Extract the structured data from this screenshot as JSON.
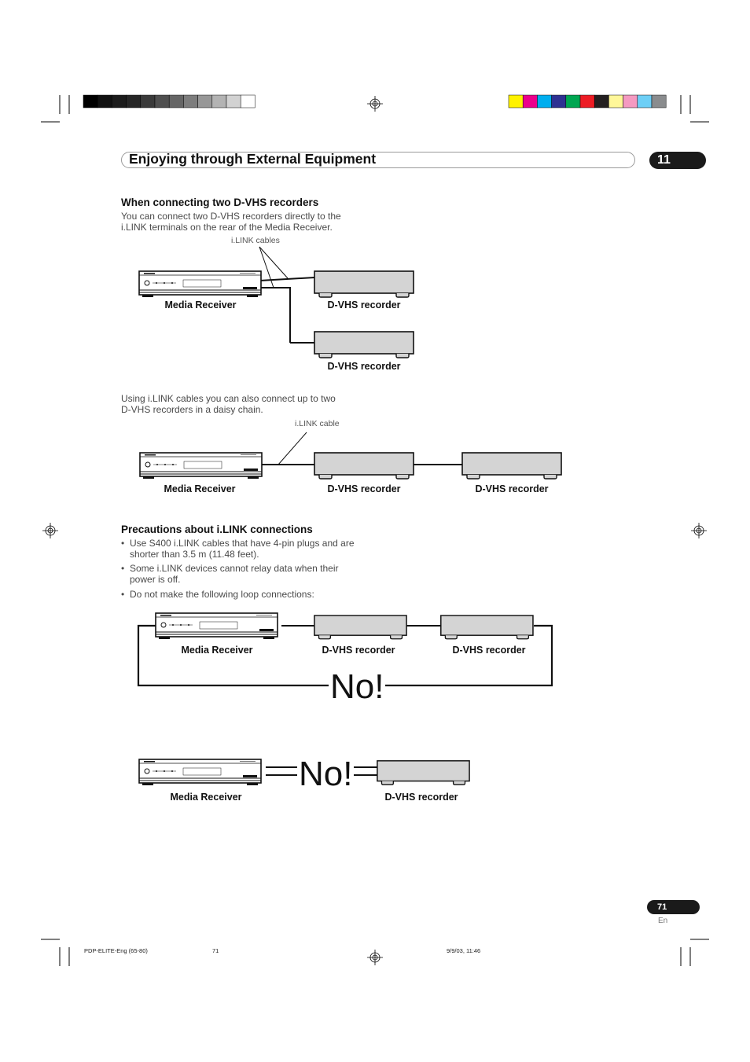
{
  "header": {
    "title": "Enjoying through External Equipment",
    "chapter": "11"
  },
  "section1": {
    "heading": "When connecting two D-VHS recorders",
    "body_line1": "You can connect two D-VHS recorders directly to the",
    "body_line2": "i.LINK terminals on the rear of the Media Receiver.",
    "cable_label": "i.LINK cables",
    "receiver_label": "Media Receiver",
    "recorder1_label": "D-VHS recorder",
    "recorder2_label": "D-VHS recorder"
  },
  "section2": {
    "body_line1": "Using i.LINK cables you can also connect up to two",
    "body_line2": "D-VHS recorders in a daisy chain.",
    "cable_label": "i.LINK cable",
    "receiver_label": "Media Receiver",
    "recorder1_label": "D-VHS recorder",
    "recorder2_label": "D-VHS recorder"
  },
  "precautions": {
    "heading": "Precautions about i.LINK connections",
    "bullet_symbol": "•",
    "bullets": [
      {
        "line1": "Use S400 i.LINK cables that have 4-pin plugs and are",
        "line2": "shorter than 3.5 m (11.48 feet)."
      },
      {
        "line1": "Some i.LINK devices cannot relay data when their",
        "line2": "power is off."
      },
      {
        "line1": "Do not make the following loop connections:",
        "line2": ""
      }
    ]
  },
  "loop1": {
    "receiver_label": "Media Receiver",
    "recorder1_label": "D-VHS recorder",
    "recorder2_label": "D-VHS recorder",
    "no_text": "No!"
  },
  "loop2": {
    "receiver_label": "Media Receiver",
    "recorder_label": "D-VHS recorder",
    "no_text": "No!"
  },
  "page": {
    "number": "71",
    "lang": "En"
  },
  "footer": {
    "file": "PDP-ELITE-Eng (65-80)",
    "page": "71",
    "date": "9/9/03, 11:46"
  },
  "colors": {
    "grayscale_bar": [
      "#000000",
      "#111111",
      "#1c1c1c",
      "#262626",
      "#3a3a3a",
      "#4f4f4f",
      "#656565",
      "#7d7d7d",
      "#979797",
      "#b3b3b3",
      "#d2d2d2",
      "#ffffff"
    ],
    "color_bar": [
      "#fff200",
      "#ec008c",
      "#00aeef",
      "#2e3192",
      "#00a651",
      "#ed1c24",
      "#231f20",
      "#fff799",
      "#f49ac1",
      "#6dcff6",
      "#8a8c8e"
    ],
    "recorder_fill": "#d4d4d4",
    "ink": "#111111"
  }
}
